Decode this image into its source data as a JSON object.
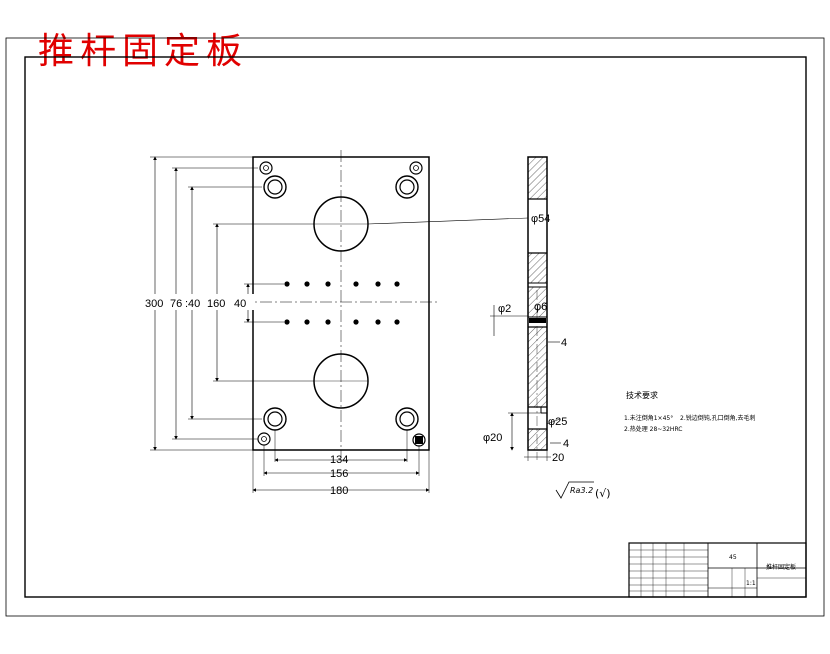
{
  "drawing": {
    "title": "推杆固定板"
  },
  "dimensions": {
    "left": [
      "300",
      "76",
      ":40",
      "160",
      "40"
    ],
    "bottom": [
      "134",
      "156",
      "180"
    ],
    "bore": "φ54",
    "pin_small": "φ2",
    "pin_head": "φ6",
    "pin_depth": "4",
    "counterbore": "φ25",
    "through": "φ20",
    "cb_depth": "4",
    "thickness": "20"
  },
  "tech_requirements": {
    "heading": "技术要求",
    "line1": "1.未注倒角1×45°",
    "line1b": "2.锐边倒钝,孔口倒角,去毛刺",
    "line2": "2.热处理 28~32HRC"
  },
  "roughness": {
    "value": "Ra3.2",
    "paren": "(√)"
  },
  "title_block": {
    "material": "45",
    "part_name": "推杆固定板",
    "scale": "1:1"
  }
}
